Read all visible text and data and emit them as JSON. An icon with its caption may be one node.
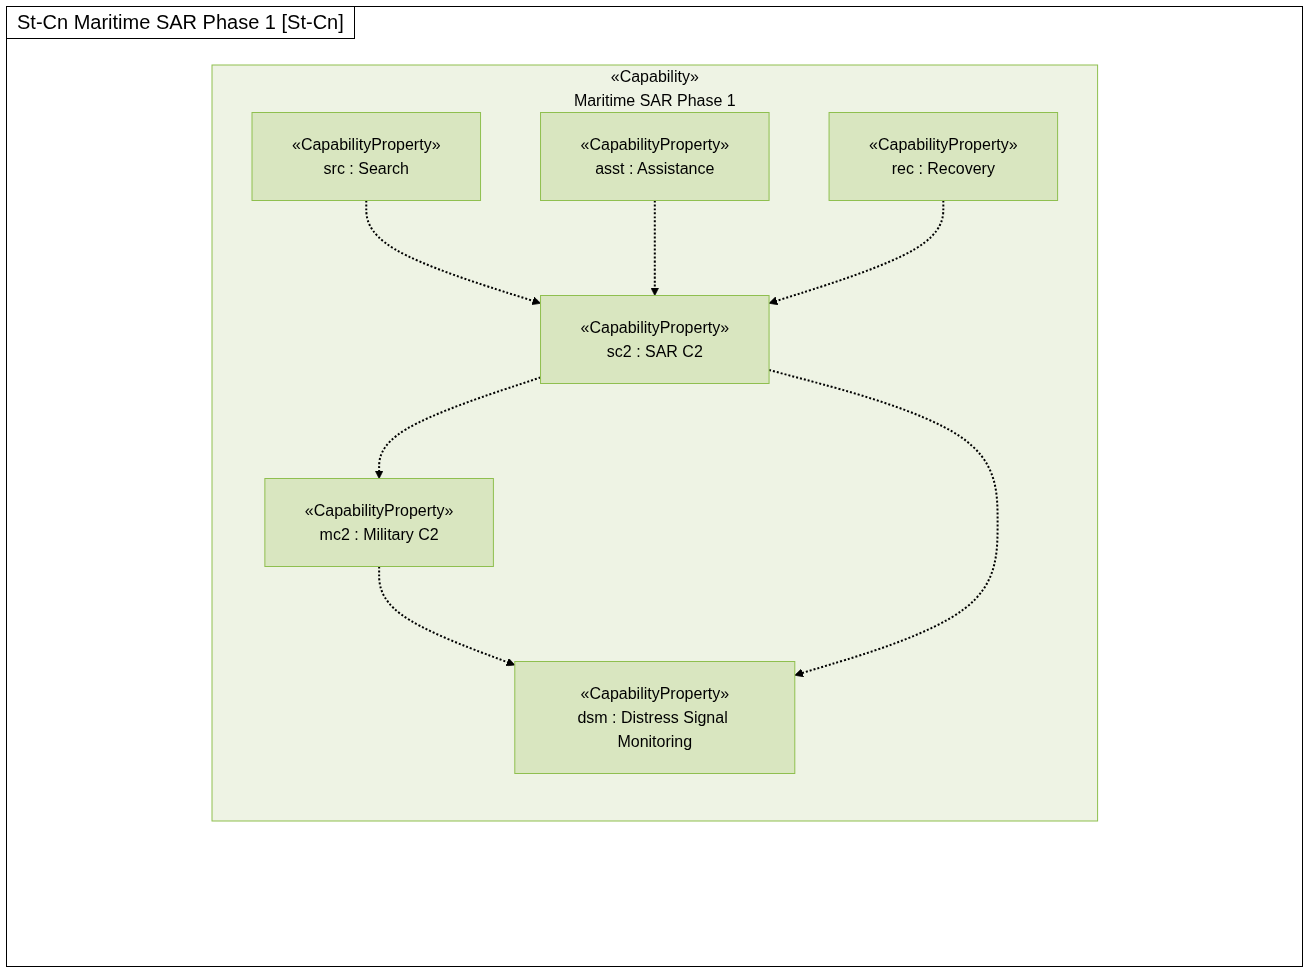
{
  "diagram": {
    "title": "St-Cn Maritime SAR Phase 1 [St-Cn]",
    "nodes": [
      {
        "text": [
          "«Capability»",
          "Maritime SAR Phase 1"
        ]
      },
      {
        "text": [
          "«CapabilityProperty»",
          "dsm : Distress Signal Monitoring"
        ],
        "in": 0
      },
      {
        "text": [
          "«CapabilityProperty»",
          "sc2 : SAR C2"
        ],
        "in": 0
      },
      {
        "text": [
          "«CapabilityProperty»",
          "mc2 : Military C2"
        ],
        "in": 0
      },
      {
        "text": [
          "«CapabilityProperty»",
          "src : Search"
        ],
        "in": 0
      },
      {
        "text": [
          "«CapabilityProperty»",
          "asst : Assistance"
        ],
        "in": 0
      },
      {
        "text": [
          "«CapabilityProperty»",
          "rec : Recovery"
        ],
        "in": 0
      }
    ],
    "edges": [
      {
        "from": 3,
        "to": 1,
        "arrow": "to",
        "style": "dashed"
      },
      {
        "from": 2,
        "to": 1,
        "arrow": "to",
        "style": "dashed"
      },
      {
        "from": 2,
        "to": 3,
        "arrow": "to",
        "style": "dashed"
      },
      {
        "from": 4,
        "to": 2,
        "arrow": "to",
        "style": "dashed"
      },
      {
        "from": 5,
        "to": 2,
        "arrow": "to",
        "style": "dashed"
      },
      {
        "from": 6,
        "to": 2,
        "arrow": "to",
        "style": "dashed"
      }
    ]
  }
}
